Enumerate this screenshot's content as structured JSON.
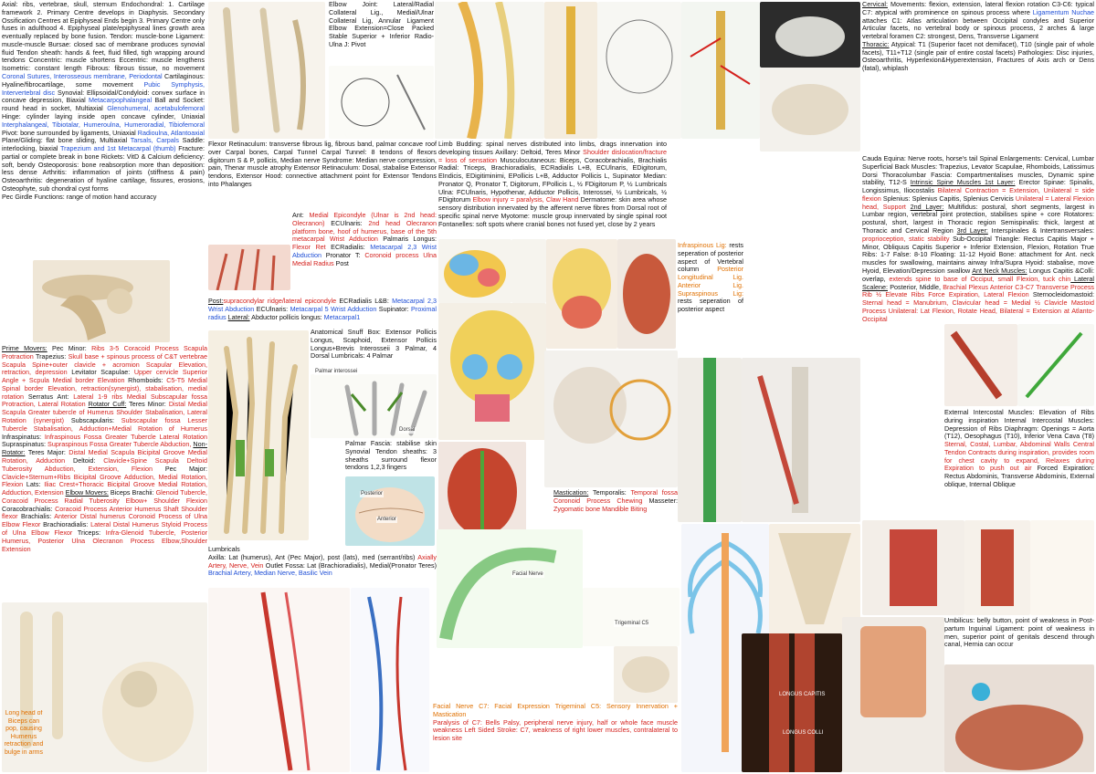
{
  "axial": {
    "intro": "Axial: ribs, vertebrae, skull, sternum Endochondral: 1. Cartilage framework 2. Primary Centre develops in Diaphysis. Secondary Ossification Centres at Epiphyseal Ends begin 3. Primary Centre only fuses in adulthood 4. Epiphyseal plate/epiphyseal lines growth area eventually replaced by bone fusion. Tendon: muscle-bone Ligament: muscle-muscle Bursae: closed sac of membrane produces synovial fluid Tendon sheath: hands & feet, fluid filled, tigh wrapping around tendons Concentric: muscle shortens Eccentric: muscle lengthens Isometric: constant length Fibrous: fibrous tissue, no movement",
    "fibrous_examples": "Coronal Sutures, Interosseous membrane, Periodontal",
    "cartilaginous": " Cartilaginous: Hyaline/fibrocartilage, some movement ",
    "cart_examples": "Pubic Symphysis, Intervertebral disc",
    "synovial": " Synovial: Ellipsoidal/Condyloid: convex surface in concave depression, Biaxial ",
    "ellip_ex": "Metacarpophalangeal",
    "ball": " Ball and Socket: round head in socket, Multiaxial ",
    "ball_ex": "Glenohumeral, acetabulofemoral",
    "hinge": " Hinge: cylinder laying inside open concave cylinder, Uniaxial ",
    "hinge_ex": "Interphalangeal, Tibiotalar, Humeroulna, Humeroradial, Tibiofemoral",
    "pivot": " Pivot: bone surrounded by ligaments, Uniaxial ",
    "pivot_ex": "Radioulna, Atlantoaxial",
    "plane": " Plane/Gliding: flat bone sliding, Multiaxial ",
    "plane_ex": "Tarsals, Carpals",
    "saddle": " Saddle: interlocking, biaxial ",
    "saddle_ex": "Trapezium and 1st Metacarpal (thumb)",
    "path": " Fracture: partial or complete break in bone Rickets: VitD & Calcium deficiency: soft, bendy Osteoporosis: bone reabsorption more than deposition: less dense Arthritis: inflammation of joints (stiffness & pain) Osteoarthritis: degeneration of hyaline cartilage, fissures, erosions, Osteophyte, sub chondral cyst forms",
    "pec": "Pec Girdle Functions: range of motion hand accuracy"
  },
  "shoulder": {
    "prime_h": "Prime Movers:",
    "prime_t": " Pec Minor: ",
    "prime_r": "Ribs 3-5 Coracoid Process Scapula Protraction",
    "trap": " Trapezius: ",
    "trap_r": "Skull base + spinous process of C&T vertebrae Scapula Spine+outer clavicle + acromion Scapular Elevation, retraction, depression",
    "lev": " Levitator Scapulae: ",
    "lev_r": "Upper cervicle Superior Angle + Scpula Medial border Elevation",
    "rhom": " Rhomboids: ",
    "rhom_r": "C5-T5 Medial Spinal border Elevation, retraction(synergist), stabalisation, medial rotation",
    "serr": " Serratus Ant: ",
    "serr_r": "Lateral 1-9 ribs Medial Subscapular fossa Protraction, Lateral Rotation",
    "cuff_h": "Rotator Cuff:",
    "cuff_t": " Teres Minor: ",
    "cuff_r": "Distal Medial Scapula Greater tubercle of Humerus Shoulder Stabalisation, Lateral Rotation (synergist)",
    "subsc": " Subscapularis: ",
    "subsc_r": "Subscapular fossa Lesser Tubercle Stabalisation, Adduction+Medial Rotation of Humerus",
    "infra": " Infraspinatus: ",
    "infra_r": "Infraspinous Fossa Greater Tubercle Lateral Rotation",
    "supra": " Supraspinatus: ",
    "supra_r": "Supraspinous Fossa Greater Tubercle Abduction,",
    "nonrot_h": "Non-Rotator:",
    "nonrot_t": " Teres Major: ",
    "nonrot_r": "Distal Medial Scapula Bicipital Groove Medial Rotation, Adduction",
    "delt": " Deltoid: ",
    "delt_r": "Clavicle+Spine Scapula Deltoid Tuberosity Abduction, Extension, Flexion",
    "pecmaj": " Pec Major: ",
    "pecmaj_r": "Clavicle+Sternum+Ribs Bicipital Groove Adduction, Medial Rotation, Flexion",
    "lats": " Lats: ",
    "lats_r": "Iliac Crest+Thoracic Bicipital Groove Medial Rotation, Adduction, Extension",
    "elbow_h": "Elbow Movers:",
    "elbow_t": " Biceps Brachii: ",
    "elbow_r": "Glenoid Tubercle, Coracoid Process Radial Tuberosity Elbow+ Shoulder Flexion",
    "corac": " Coracobrachialis: ",
    "corac_r": "Coracoid Process Anterior Humerus Shaft Shoulder flexor",
    "brach": " Brachialis: ",
    "brach_r": "Anterior Distal humerus Coronoid Process of Ulna Elbow Flexor",
    "brachio": " Brachioradialis: ",
    "brachio_r": "Lateral Distal Humerus Styloid Process of Ulna Elbow Flexor",
    "tri": " Triceps: ",
    "tri_r": "Infra-Glenoid Tubercle, Posterior Humerus, Posterior Ulna Olecranon Process Elbow,Shoulder Extension"
  },
  "elbow": {
    "text": "Elbow Joint: Lateral/Radial Collateral Lig., Medial/Ulnar Collateral Lig, Annular Ligament Elbow Extension=Close Packed Stable Superior + Inferior Radio-Ulna J: Pivot"
  },
  "forearm": {
    "flexor_ret": "Flexor Retinaculum: transverse fibrous lig, fibrous band, palmar concave roof over Carpal bones, Carpal Tunnel Carpal Tunnel: 8 tendons of flexors digitorum S & P, pollicis, Median nerve Syndrome: Median nerve compression, pain, Thenar muscle atrophy Extensor Retinaculum: Dosal, stabalise Extensor tendons, Extensor Hood: connective attachment point for Extensor Tendons into Phalanges",
    "ant_h": "Ant:",
    "ant_t": "Medial Epicondyle (Ulnar is 2nd head: Olecranon)",
    "ecu": "ECUlnaris: ",
    "ecu_r": "2nd head Olecranon platform bone, hoof of humerus, base of the 5th metacarpal Wrist Adduction",
    "pl": " Palmaris Longus: ",
    "pl_r": "Flexor Ret",
    "ecr": " ECRadialis: ",
    "ecr_r": "Metacarpal 2,3 Wrist Abduction",
    "pt": " Pronator T: ",
    "pt_r": "Coronoid process Ulna Medial Radius",
    "post_w": " Post",
    "post_h": "Post:",
    "post_r": "supracondylar ridge/lateral epicondyle",
    "ecrll": " ECRadialis L&B: ",
    "ecrll_r": "Metacarpal 2,3 Wrist Abduction",
    "ecu2": " ECUlnaris: ",
    "ecu2_r": "Metacarpal 5 Wrist Adduction",
    "sup": " Supinator: ",
    "sup_r": "Proximal radius",
    "lat_h": "Lateral:",
    "lat_r": " Abductor pollicis longus: ",
    "lat_ex": "Metacarpal1",
    "snuff": "Anatomical Snuff Box: Extensor Pollicis Longus, Scaphoid, Extensor Pollicis Longus+Brevis Interosseii 3 Palmar, 4 Dorsal Lumbricals: 4 Palmar",
    "palmar_fascia": "Palmar Fascia: stabilise skin Synovial Tendon sheaths: 3 sheaths surround flexor tendons 1,2,3 fingers"
  },
  "limb": {
    "p1": "Limb Budding: spinal nerves distributed into limbs, drags innervation into developing tissues Axillary: Deltoid, Teres Minor ",
    "p1_r": "Shoulder dislocation/fracture = loss of sensation",
    "p2": " Musculocutaneous: Biceps, Coracobrachialis, Brachialis Radial: Triceps, Brachioradialis, ECRadialis L+B, ECUlnaris, EDigitorum, EIndicis, EDigitiminimi, EPollicis L+B, Adductor Pollicis L, Supinator Median: Pronator Q, Pronator T, Digitorum, FPollicis L, ½ FDigitorum P, ½ Lumbricals Ulna: FCUlnaris, Hypothenar, Adductor Pollicis, Interossei, ½ Lumbricals, ½ FDigitorum ",
    "p2_r": "Elbow injury = paralysis, Claw Hand",
    "p3": " Dermatome: skin area whose sensory distribution innervated by the afferent nerve fibres from Dorsal root of specific spinal nerve Myotome: muscle group innervated by single spinal root Fontanelles: soft spots where cranial bones not fused yet, close by 2 years",
    "infra_h": "Infraspinous Lig:",
    "infra_t": " rests seperation of posterior aspect of Vertebral column ",
    "pll": "Posterior Longitudinal Lig. Anterior Lig.",
    "supra_h": " Supraspinous Lig:",
    "supra_t": " rests seperation of posterior aspect"
  },
  "mastic": {
    "h": "Mastication:",
    "temp": " Temporalis: ",
    "temp_r": "Temporal fossa Coronoid Process Chewing",
    "mass": " Masseter: ",
    "mass_r": "Zygomatic bone Mandible Biting",
    "lumbricals": "Lumbricals",
    "axilla": "Axilla: Lat (humerus), Ant (Pec Major), post (lats), med (serrant/ribs) ",
    "axilla_r": "Axially Artery, Nerve, Vein",
    "axilla2": " Outlet Fossa: Lat (Brachioradialis), Medial(Pronator Teres) ",
    "axilla_r2": "Brachial Artery, Median Nerve, Basilic Vein"
  },
  "facial": {
    "t1": "Facial Nerve C7: Facial Expression Trigeminal C5: Sensory Innervation + Mastication",
    "t2": "Paralysis of C7: Bells Palsy, peripheral nerve injury, half or whole face muscle weakness Left Sided Stroke: C7, weakness of right lower muscles, contralateral to lesion site"
  },
  "cervical": {
    "h": "Cervical:",
    "t": " Movements: flexion, extension, lateral flexion rotation C3-C6: typical C7: atypical with prominence on spinous process where ",
    "lig": "Ligamentum Nuchae",
    "t2": " attaches C1: Atlas articulation between Occipital condyles and Superior Articular facets, no vertebral body or spinous process, 2 arches & large vertebral foramen C2: strongest, Dens, Transverse Ligament",
    "th_h": "Thoracic:",
    "th_t": " Atypical: T1 (Superior facet not demifacet), T10 (single pair of whole facets), T11+T12 (single pair of entire costal facets) Pathologies: Disc injuries, Osteoarthritis, Hyperlexion&Hyperextension, Fractures of Axis arch or Dens (fatal), whiplash"
  },
  "cauda": {
    "p1": "Cauda Equina: Nerve roots, horse's tail Spinal Enlargements: Cervical, Lumbar Superficial Back Muscles: Trapezius, Levator Scapulae, Rhomboids, Latissimus Dorsi Thoracolumbar Fascia: Compartmentalises muscles, Dynamic spine stability, T12-S",
    "intr_h": "Intrinsic Spine Muscles 1st Layer:",
    "intr_t": " Erector Spinae: Spinalis, Longissimus, Iliocostalis ",
    "intr_r": "Bilateral Contraction = Extension, Unilateral = side flexion",
    "spl": " Splenius: Splenius Capitis, Splenius Cervicis ",
    "spl_r": "Unilateral = Lateral Flexion head, Support",
    "l2_h": "2nd Layer:",
    "l2_t": " Multifidus: postural, short segments, largest in Lumbar region, vertebral joint protection, stabilises spine + core Rotatores: postural, short, largest in Thoracic region Semispinalis: thick, largest at Thoracic and Cervical Region",
    "l3_h": "3rd Layer:",
    "l3_t": " Interspinales & Intertransversales: ",
    "l3_r": "proprioception, static stability",
    "sub": " Sub-Occipital Triangle: Rectus Capitis Major + Minor, Obliquus Capitis Superior + Inferior Extension, Flexion, Rotation True Ribs: 1-7 False: 8-10 Floating: 11-12 Hyoid Bone: attachment for Ant. neck muscles for swallowing, maintains airway Infra/Supra Hyoid: stabalise, move Hyoid, Elevation/Depression swallow",
    "ant_h": "Ant Neck Muscles:",
    "ant_t": " Longus Capitis &Colli: overlap, ",
    "ant_r": "extends spine to base of Occiput, small Flexion, tuck chin",
    "lat_h": " Lateral Scalene:",
    "lat_t": " Posterior, Middle, ",
    "lat_r": "Brachial Plexus Anterior C3-C7 Transverse Process Rib ½ Elevate Ribs Force Expiration, Lateral Flexion",
    "scm": " Sternocleidomastoid: ",
    "scm_r": "Sternal head = Manubrium, Clavicular head = Medial ½ Clavicle Mastoid Process Unilateral: Lat Flexion, Rotate Head, Bilateral = Extension at Atlanto-Occipital"
  },
  "intercostal": {
    "t1": "External Intercostal Muscles: Elevation of Ribs during inspiration Internal Intercostal Muscles: Depression of Ribs Diaphragm: Openings = Aorta (T12), Oesophagus (T10), Inferior Vena Cava (T8) ",
    "r1": "Sternal, Costal, Lumbar, Abdominal Walls Central Tendon Contracts during inspiration, provides room for chest cavity to expand, Relaxes during Expiration to push out air",
    "t2": " Forced Expiration: Rectus Abdominis, Transverse Abdominis, External oblique, Internal Oblique"
  },
  "umbilicus": {
    "t": "Umbilicus: belly button, point of weakness in Post-partum Inguinal Ligament: point of weakness in men, superior point of genitals descend through canal, Hernia can occur"
  },
  "captions": {
    "long_head": "Long head of Biceps can pop, causing Humerus retraction and bulge in arms",
    "anterior": "Anterior",
    "posterior": "Posterior",
    "dorsal": "Dorsal",
    "palmar": "Palmar interossei",
    "longus_capitis": "LONGUS CAPITIS",
    "longus_colli": "LONGUS COLLI",
    "facial_nerve": "Facial Nerve",
    "trigeminal": "Trigeminal C5"
  }
}
